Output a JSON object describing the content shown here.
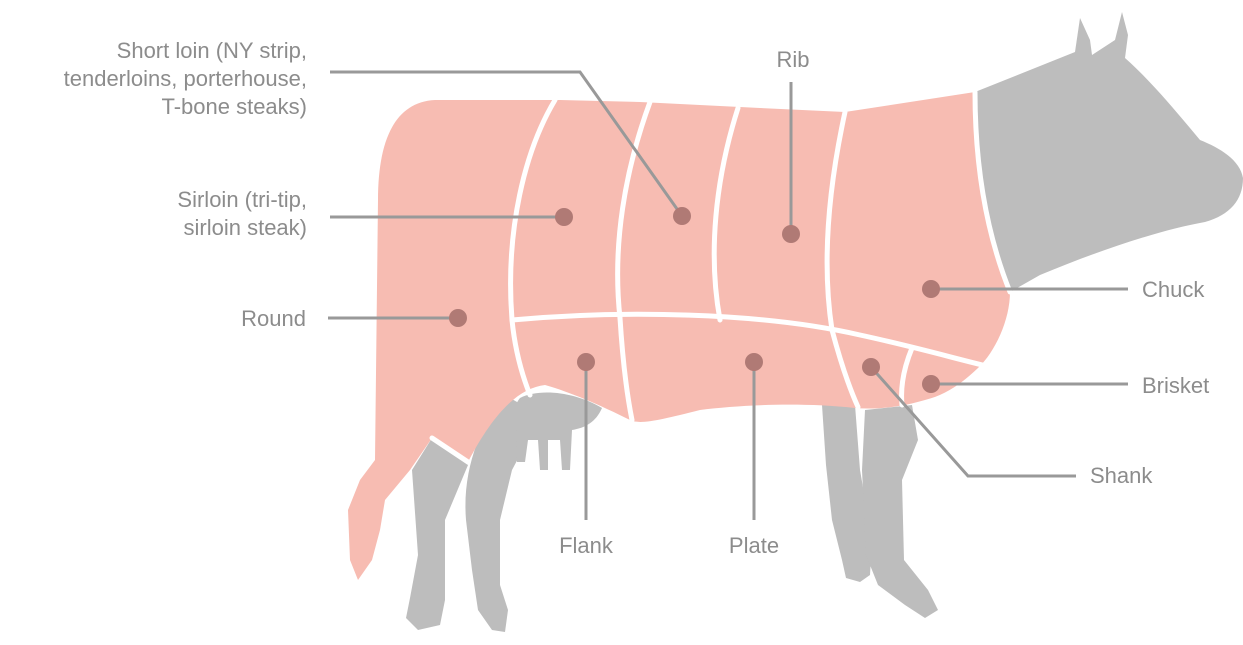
{
  "colors": {
    "meat": "#f7bcb2",
    "body_gray": "#bdbdbd",
    "separator": "#ffffff",
    "leader": "#999999",
    "dot": "#b07a75",
    "label": "#8c8c8c"
  },
  "labels": {
    "short_loin": [
      "Short loin (NY strip,",
      "tenderloins, porterhouse,",
      "T-bone steaks)"
    ],
    "sirloin": [
      "Sirloin (tri-tip,",
      "sirloin steak)"
    ],
    "round": "Round",
    "rib": "Rib",
    "chuck": "Chuck",
    "brisket": "Brisket",
    "shank": "Shank",
    "flank": "Flank",
    "plate": "Plate"
  }
}
